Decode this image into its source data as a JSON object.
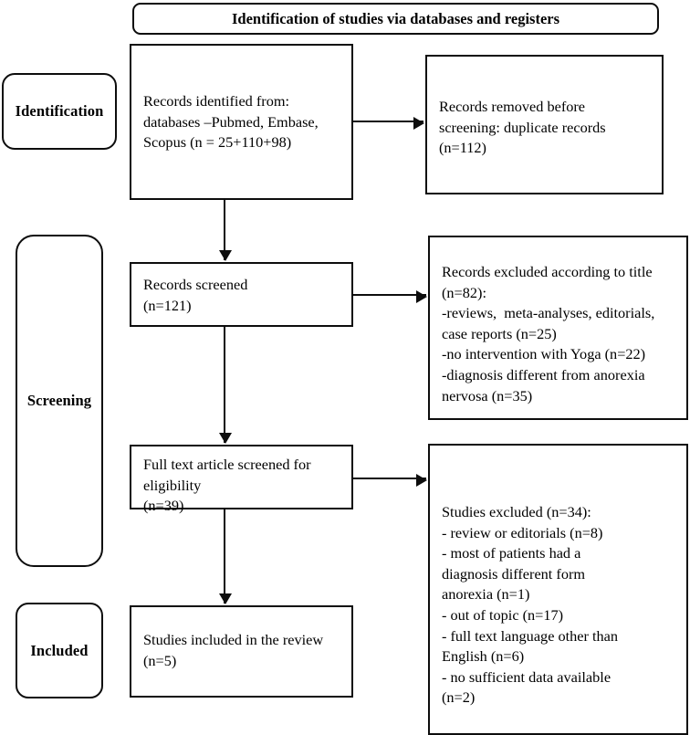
{
  "diagram": {
    "title": "Identification of studies via databases and registers",
    "stages": [
      {
        "id": "identification",
        "label": "Identification"
      },
      {
        "id": "screening",
        "label": "Screening"
      },
      {
        "id": "included",
        "label": "Included"
      }
    ],
    "boxes": {
      "records_identified": "Records identified from:\ndatabases –Pubmed, Embase,\nScopus (n = 25+110+98)",
      "records_removed": "Records removed before\nscreening: duplicate records\n(n=112)",
      "records_screened": "Records screened\n(n=121)",
      "records_excluded": "Records excluded according to title\n(n=82):\n-reviews,  meta-analyses, editorials,\ncase reports (n=25)\n-no intervention with Yoga (n=22)\n-diagnosis different from anorexia\nnervosa (n=35)",
      "full_text_screened": "Full text article screened for\neligibility\n(n=39)",
      "studies_excluded": "Studies excluded (n=34):\n- review or editorials (n=8)\n- most of patients had a\ndiagnosis different form\nanorexia (n=1)\n- out of topic (n=17)\n- full text language other than\nEnglish (n=6)\n- no sufficient data available\n(n=2)",
      "studies_included": "Studies included in the review\n(n=5)"
    },
    "colors": {
      "stroke": "#0d0d0d",
      "background": "#ffffff",
      "text": "#000000"
    }
  }
}
